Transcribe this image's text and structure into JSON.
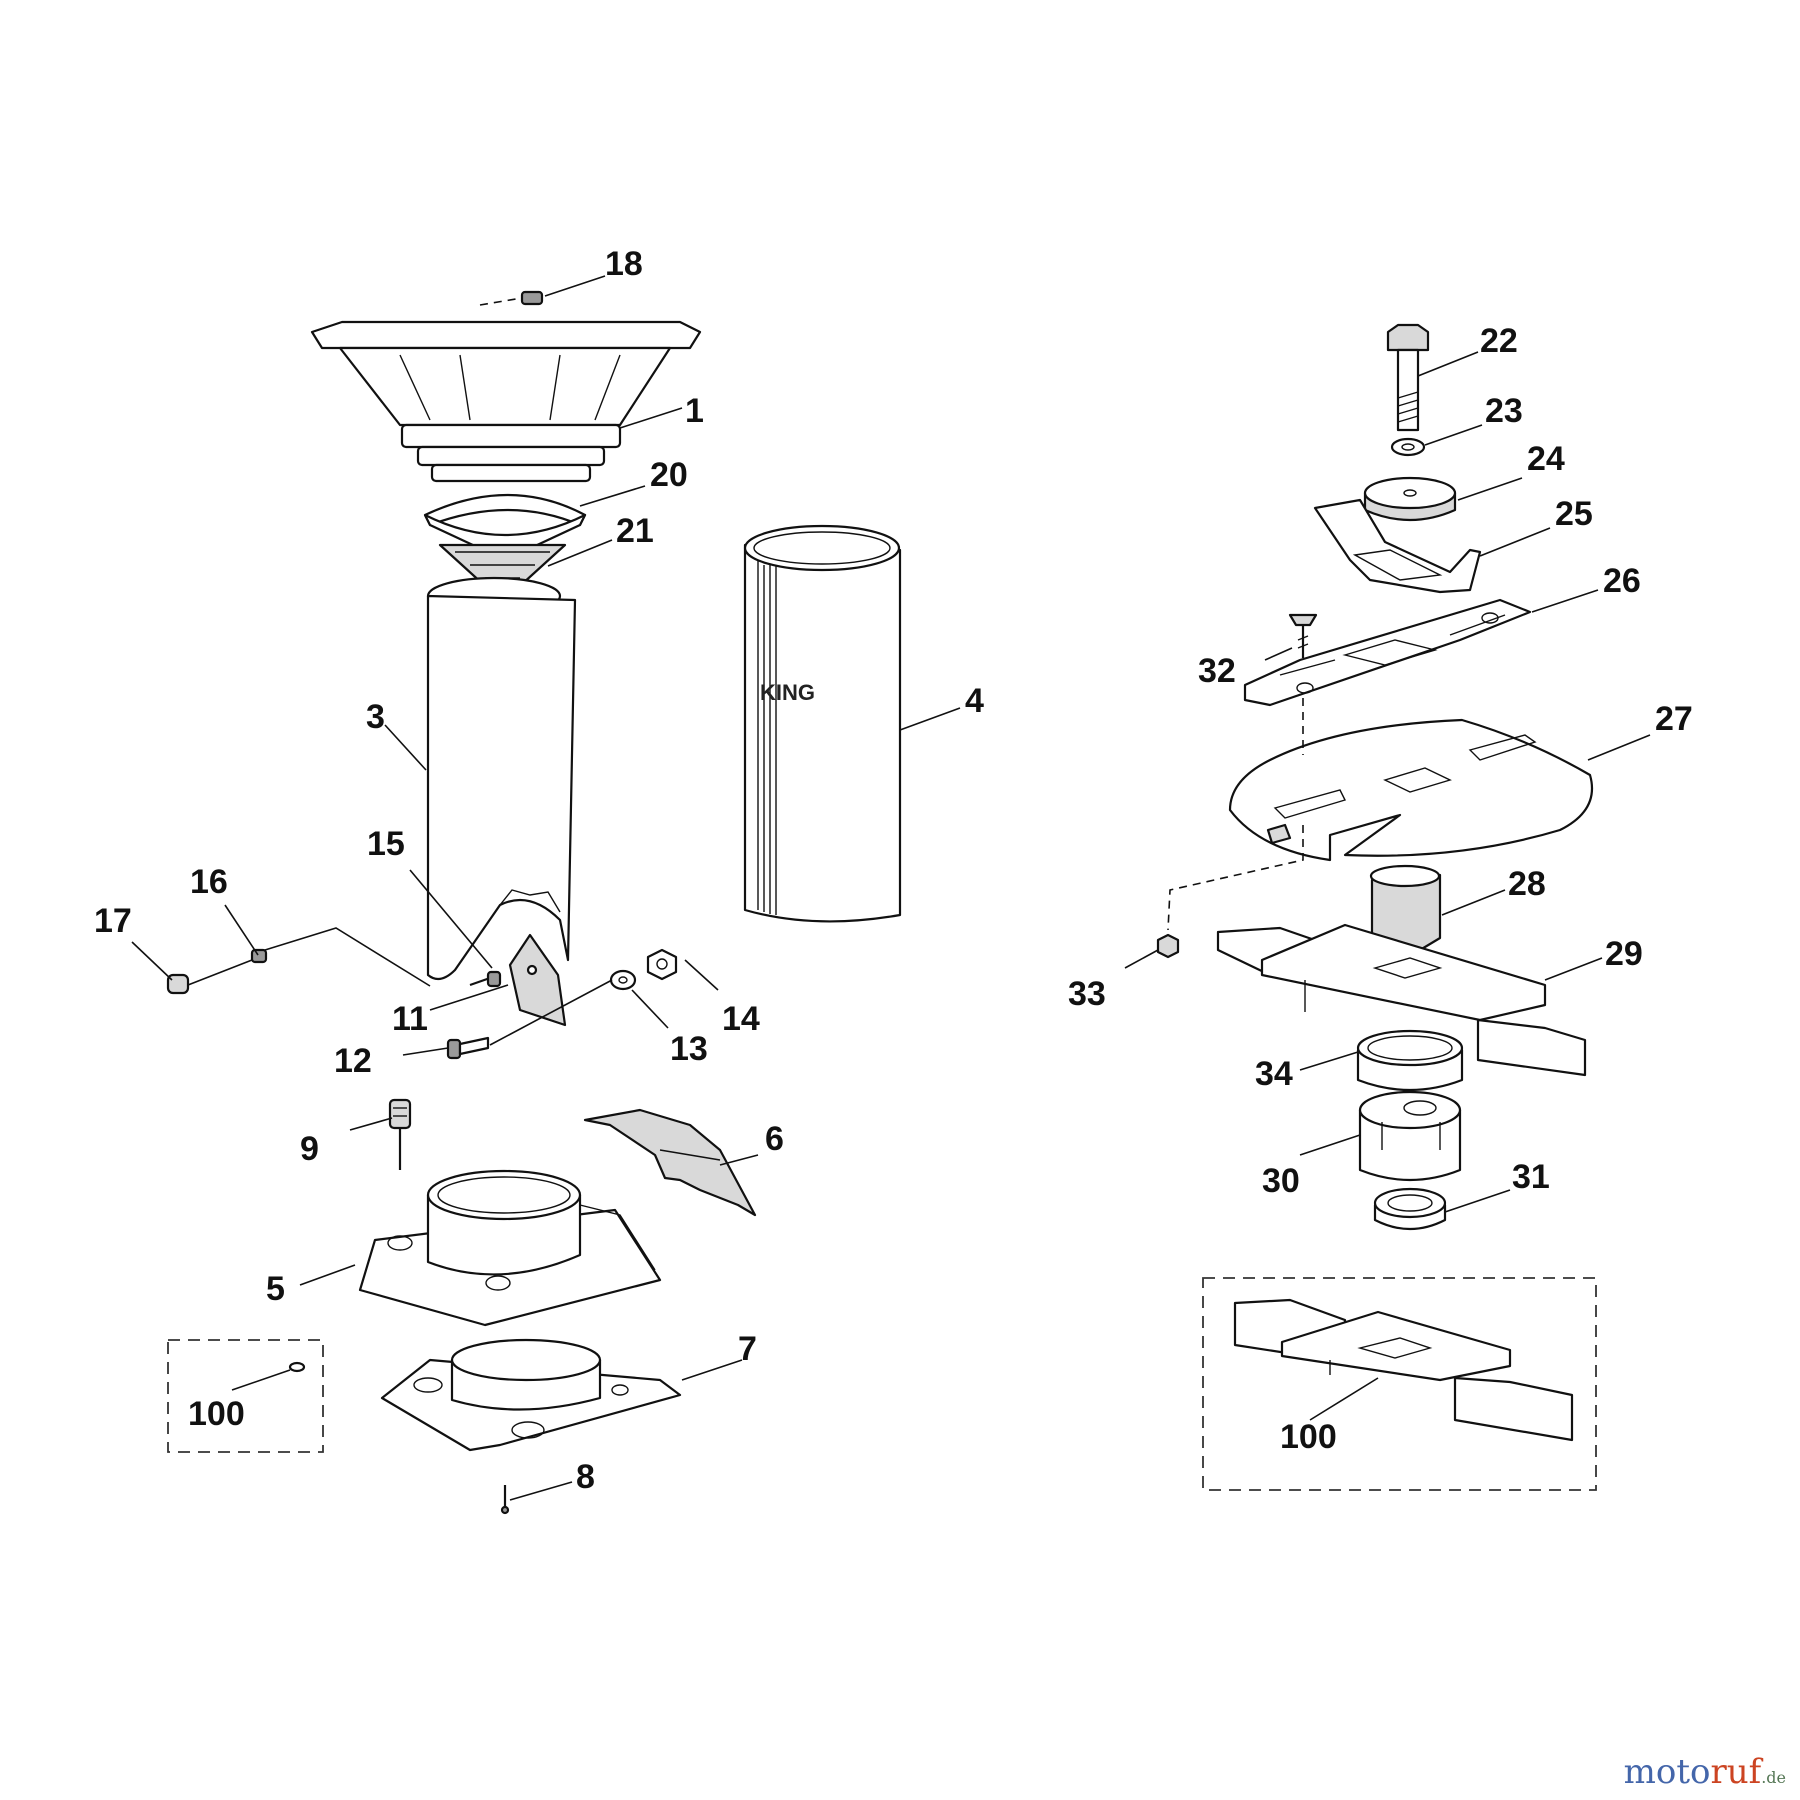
{
  "labels": {
    "p1": "1",
    "p3": "3",
    "p4": "4",
    "p5": "5",
    "p6": "6",
    "p7": "7",
    "p8": "8",
    "p9": "9",
    "p11": "11",
    "p12": "12",
    "p13": "13",
    "p14": "14",
    "p15": "15",
    "p16": "16",
    "p17": "17",
    "p18": "18",
    "p20": "20",
    "p21": "21",
    "p22": "22",
    "p23": "23",
    "p24": "24",
    "p25": "25",
    "p26": "26",
    "p27": "27",
    "p28": "28",
    "p29": "29",
    "p30": "30",
    "p31": "31",
    "p32": "32",
    "p33": "33",
    "p34": "34",
    "p100a": "100",
    "p100b": "100"
  },
  "tube_logo": "KING",
  "watermark": {
    "part1": "moto",
    "part2": "ruf",
    "part3": ".de"
  },
  "colors": {
    "ink": "#111111",
    "shade": "#d9d9d9",
    "watermark_blue": "#4466aa",
    "watermark_red": "#cc4422"
  }
}
